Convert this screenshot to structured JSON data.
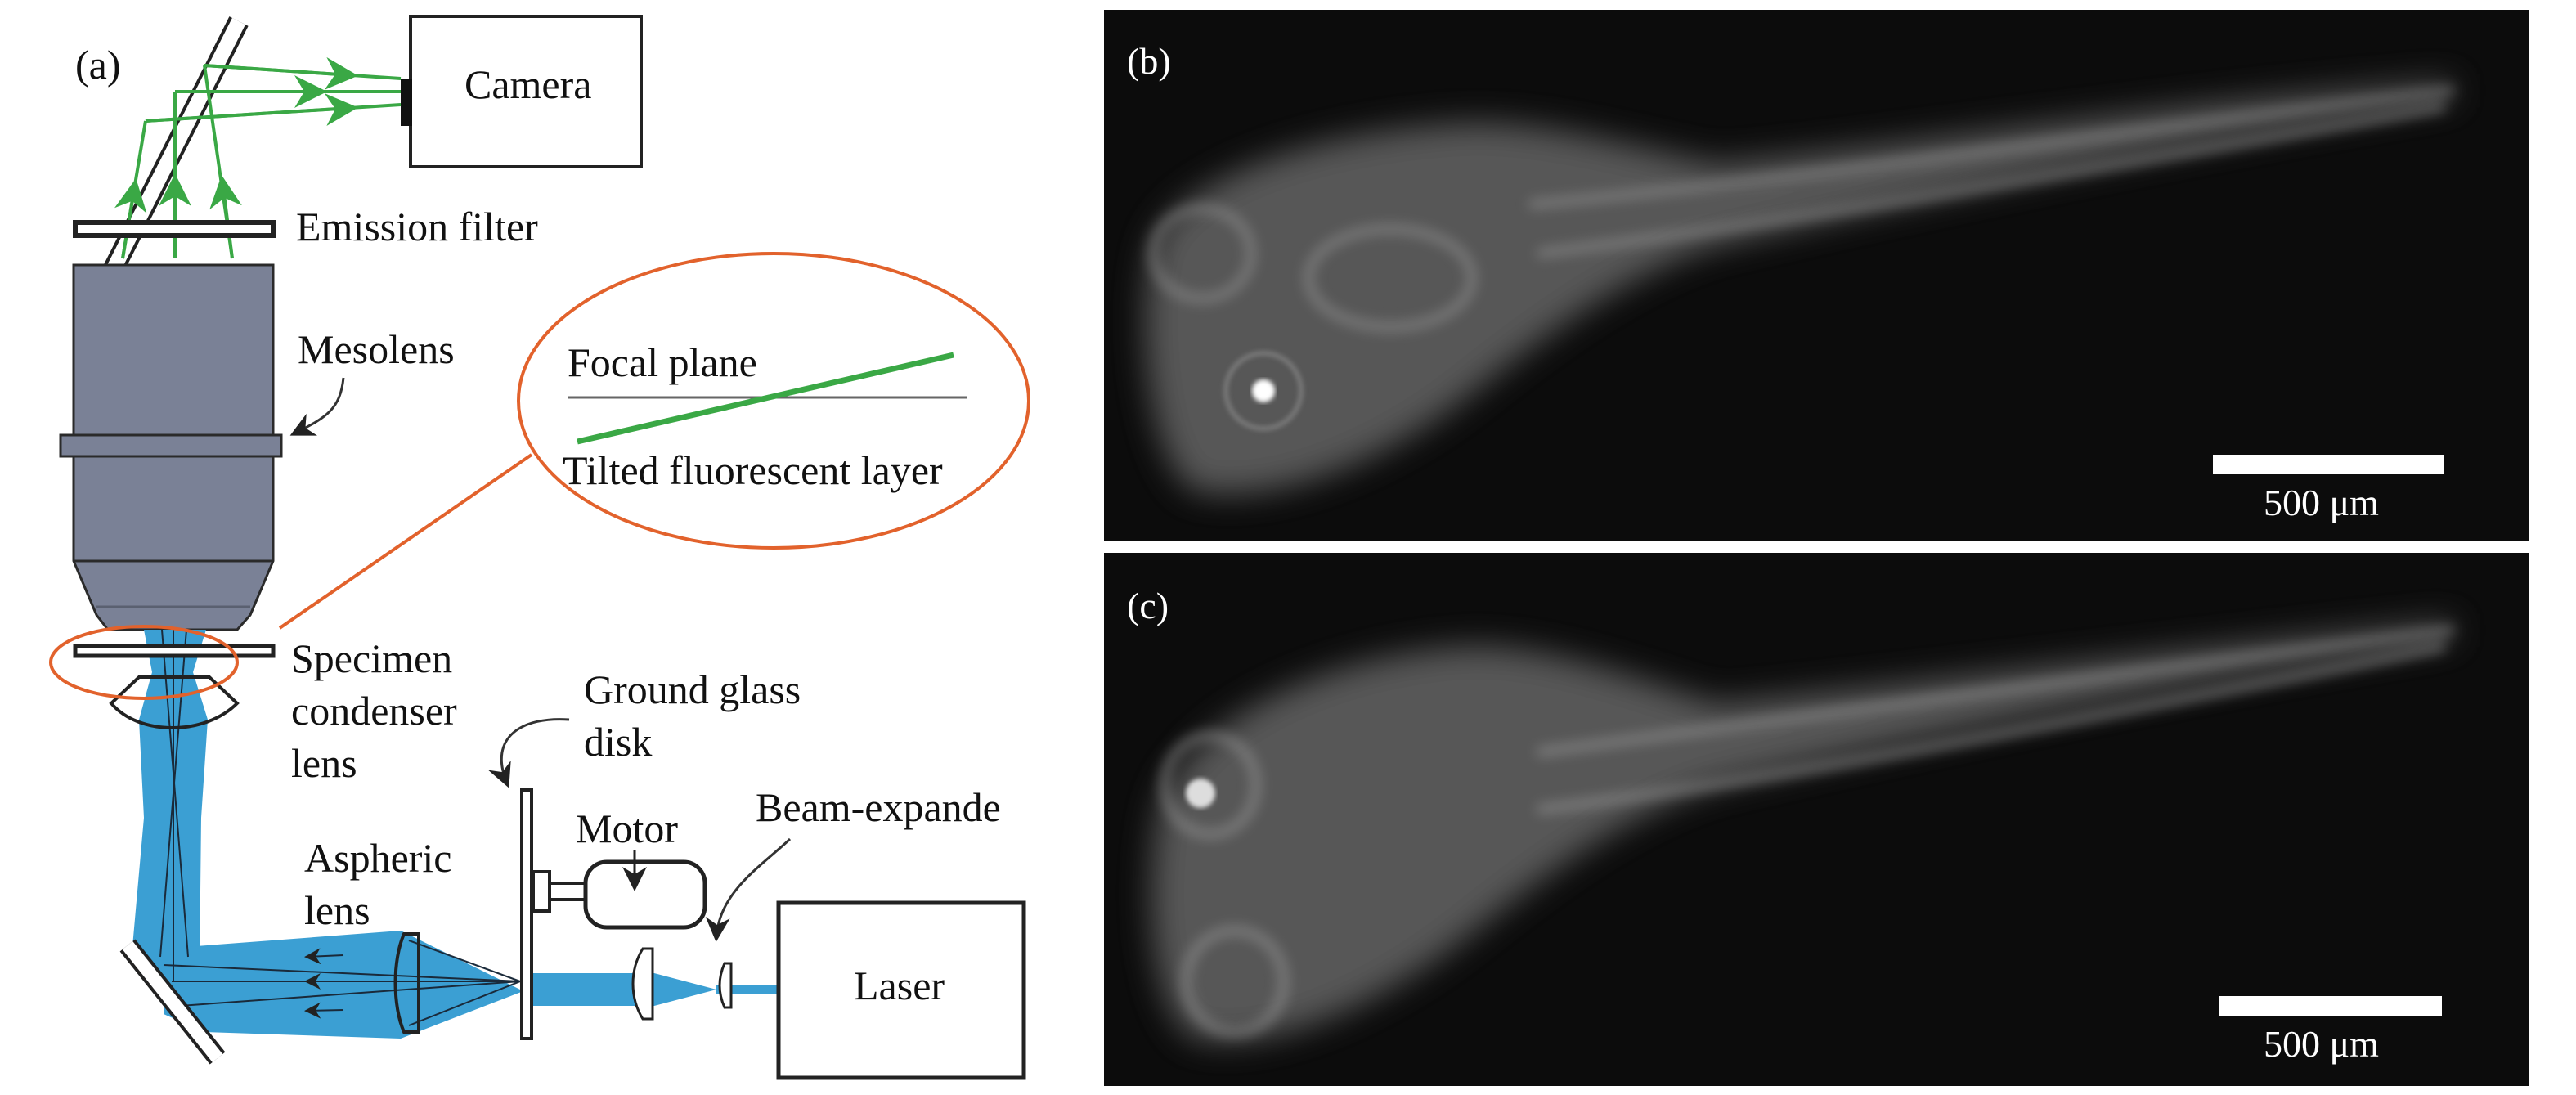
{
  "panel_a": {
    "label": "(a)",
    "camera": "Camera",
    "emission_filter": "Emission filter",
    "mesolens": "Mesolens",
    "inset": {
      "focal_plane": "Focal plane",
      "tilted_layer": "Tilted fluorescent layer"
    },
    "specimen_condenser_lens": [
      "Specimen",
      "condenser",
      "lens"
    ],
    "ground_glass_disk": [
      "Ground glass",
      "disk"
    ],
    "motor": "Motor",
    "beam_expander": "Beam-expande",
    "aspheric_lens": [
      "Aspheric",
      "lens"
    ],
    "laser": "Laser"
  },
  "panel_b": {
    "label": "(b)",
    "scale_bar": "500 μm"
  },
  "panel_c": {
    "label": "(c)",
    "scale_bar": "500 μm"
  },
  "colors": {
    "emission": "#3aa845",
    "excitation": "#3b9fd3",
    "highlight": "#e2622c",
    "objective": "#7a8196"
  }
}
